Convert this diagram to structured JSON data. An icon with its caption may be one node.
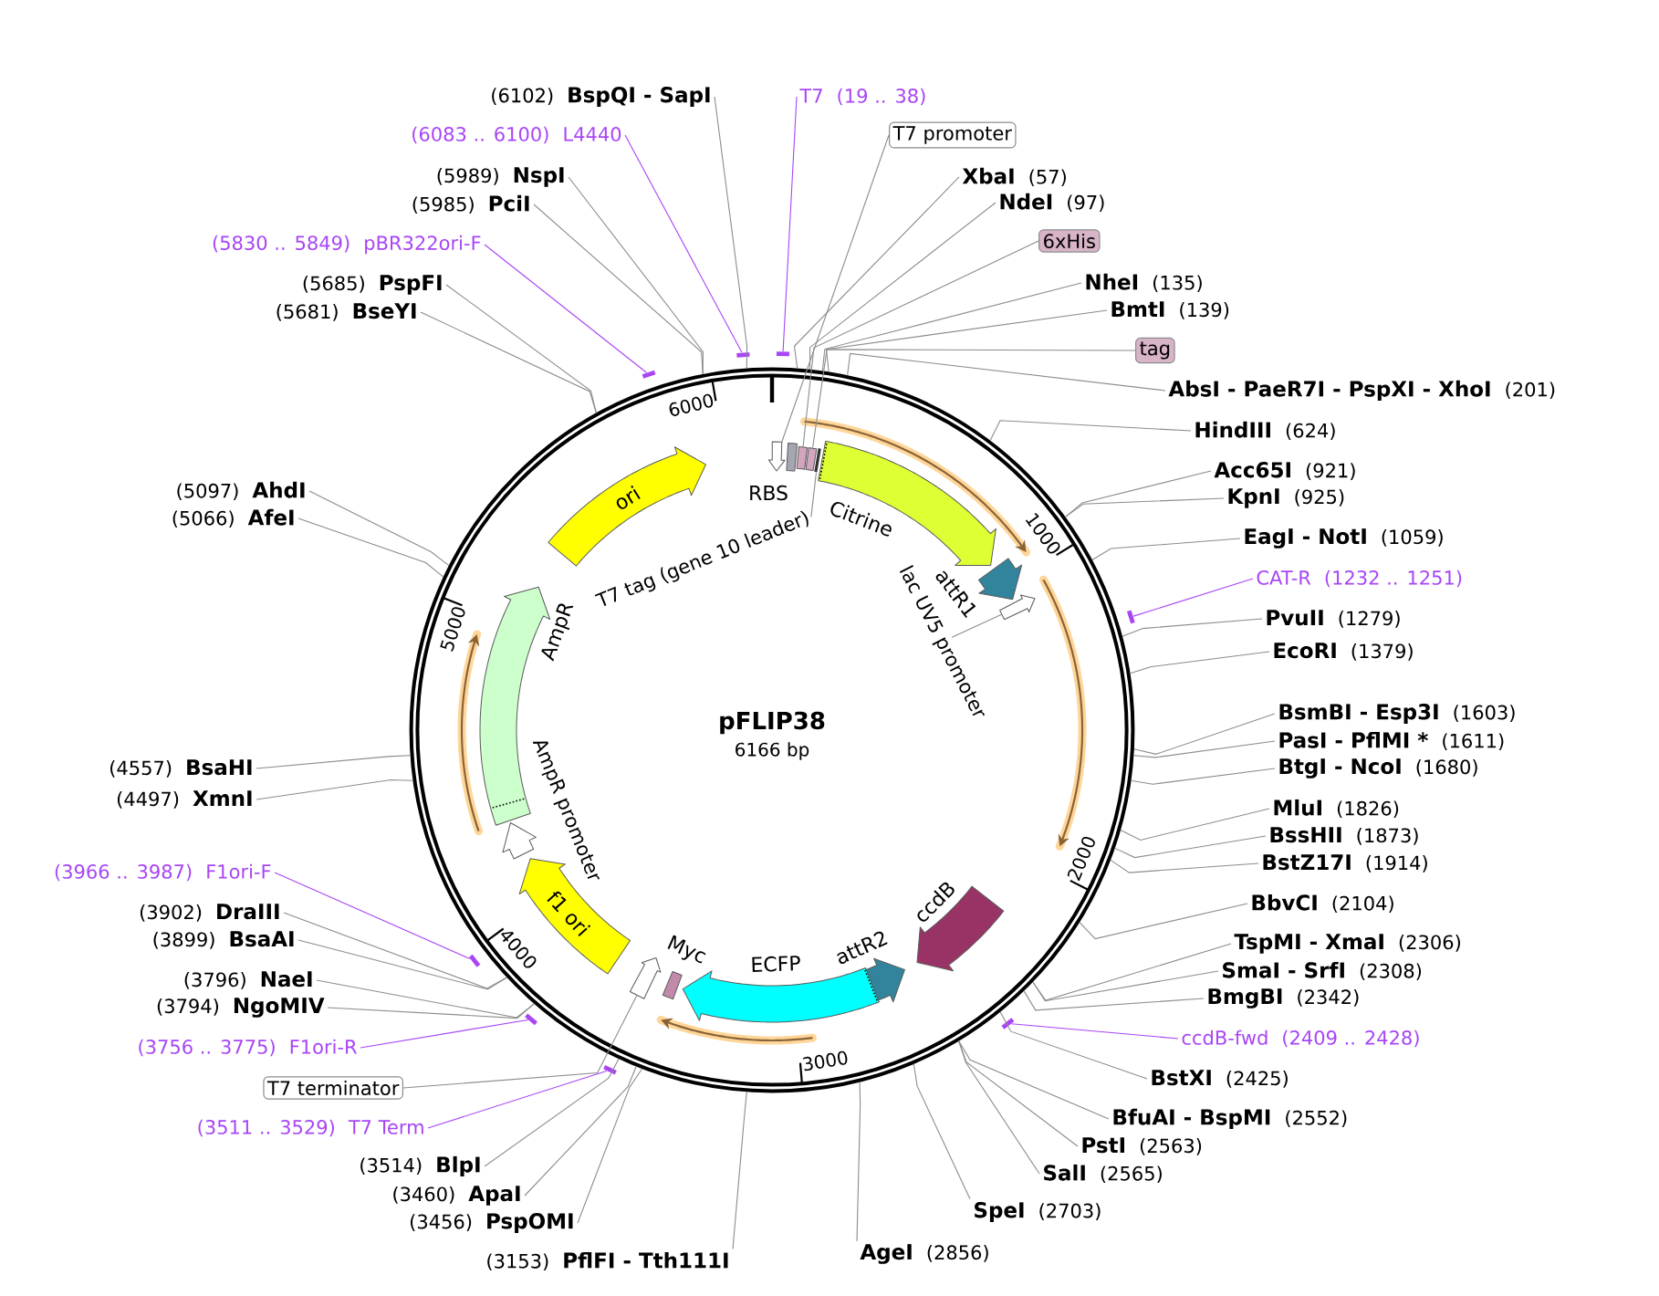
{
  "diagram": {
    "nodes": [
      {
        "text": [
          "pFLIP38",
          "6166 bp"
        ]
      },
      {
        "text": [],
        "shape": "arrow",
        "in": 0
      },
      {
        "text": [
          "RBS"
        ],
        "in": 0
      },
      {
        "text": [],
        "shape": "box",
        "in": 0
      },
      {
        "text": [],
        "shape": "bar",
        "in": 0
      },
      {
        "text": [],
        "shape": "box",
        "in": 0
      },
      {
        "text": [
          "Citrine"
        ],
        "in": 0
      },
      {
        "text": [
          "attR1"
        ],
        "in": 0
      },
      {
        "text": [],
        "shape": "arrow",
        "in": 0
      },
      {
        "text": [
          "lac UV5 promoter"
        ],
        "in": 0
      },
      {
        "text": [
          "ccdB"
        ],
        "in": 0
      },
      {
        "text": [
          "attR2"
        ],
        "in": 0
      },
      {
        "text": [
          "ECFP"
        ],
        "in": 0
      },
      {
        "text": [
          "Myc"
        ],
        "in": 0
      },
      {
        "text": [],
        "shape": "arrow",
        "in": 0
      },
      {
        "text": [
          "f1 ori"
        ],
        "in": 0
      },
      {
        "text": [
          "AmpR promoter"
        ],
        "in": 0
      },
      {
        "text": [
          "AmpR"
        ],
        "in": 0
      },
      {
        "text": [
          "ori"
        ],
        "in": 0
      },
      {
        "text": [
          "T7 tag (gene 10 leader)"
        ],
        "in": 0
      },
      {
        "text": [
          "(6102)",
          "BspQI - SapI"
        ]
      },
      {
        "text": [
          "T7",
          "(19 .. 38)"
        ]
      },
      {
        "text": [
          "(6083 .. 6100)",
          "L4440"
        ]
      },
      {
        "text": [
          "T7 promoter"
        ]
      },
      {
        "text": [
          "(5989)",
          "NspI"
        ]
      },
      {
        "text": [
          "XbaI",
          "(57)"
        ]
      },
      {
        "text": [
          "(5985)",
          "PciI"
        ]
      },
      {
        "text": [
          "NdeI",
          "(97)"
        ]
      },
      {
        "text": [
          "6xHis"
        ]
      },
      {
        "text": [
          "(5830 .. 5849)",
          "pBR322ori-F"
        ]
      },
      {
        "text": [
          "NheI",
          "(135)"
        ]
      },
      {
        "text": [
          "(5685)",
          "PspFI"
        ]
      },
      {
        "text": [
          "BmtI",
          "(139)"
        ]
      },
      {
        "text": [
          "(5681)",
          "BseYI"
        ]
      },
      {
        "text": [
          "tag"
        ]
      },
      {
        "text": [
          "AbsI - PaeR7I - PspXI - XhoI",
          "(201)"
        ]
      },
      {
        "text": [
          "HindIII",
          "(624)"
        ]
      },
      {
        "text": [
          "Acc65I",
          "(921)"
        ]
      },
      {
        "text": [
          "(5097)",
          "AhdI"
        ]
      },
      {
        "text": [
          "KpnI",
          "(925)"
        ]
      },
      {
        "text": [
          "(5066)",
          "AfeI"
        ]
      },
      {
        "text": [
          "EagI - NotI",
          "(1059)"
        ]
      },
      {
        "text": [
          "CAT-R",
          "(1232 .. 1251)"
        ]
      },
      {
        "text": [
          "PvuII",
          "(1279)"
        ]
      },
      {
        "text": [
          "EcoRI",
          "(1379)"
        ]
      },
      {
        "text": [
          "BsmBI - Esp3I",
          "(1603)"
        ]
      },
      {
        "text": [
          "PasI - PflMI *",
          "(1611)"
        ]
      },
      {
        "text": [
          "(4557)",
          "BsaHI"
        ]
      },
      {
        "text": [
          "BtgI - NcoI",
          "(1680)"
        ]
      },
      {
        "text": [
          "(4497)",
          "XmnI"
        ]
      },
      {
        "text": [
          "MluI",
          "(1826)"
        ]
      },
      {
        "text": [
          "BssHII",
          "(1873)"
        ]
      },
      {
        "text": [
          "BstZ17I",
          "(1914)"
        ]
      },
      {
        "text": [
          "(3966 .. 3987)",
          "F1ori-F"
        ]
      },
      {
        "text": [
          "BbvCI",
          "(2104)"
        ]
      },
      {
        "text": [
          "(3902)",
          "DraIII"
        ]
      },
      {
        "text": [
          "(3899)",
          "BsaAI"
        ]
      },
      {
        "text": [
          "TspMI - XmaI",
          "(2306)"
        ]
      },
      {
        "text": [
          "SmaI - SrfI",
          "(2308)"
        ]
      },
      {
        "text": [
          "(3796)",
          "NaeI"
        ]
      },
      {
        "text": [
          "BmgBI",
          "(2342)"
        ]
      },
      {
        "text": [
          "(3794)",
          "NgoMIV"
        ]
      },
      {
        "text": [
          "ccdB-fwd",
          "(2409 .. 2428)"
        ]
      },
      {
        "text": [
          "(3756 .. 3775)",
          "F1ori-R"
        ]
      },
      {
        "text": [
          "BstXI",
          "(2425)"
        ]
      },
      {
        "text": [
          "T7 terminator"
        ]
      },
      {
        "text": [
          "BfuAI - BspMI",
          "(2552)"
        ]
      },
      {
        "text": [
          "(3511 .. 3529)",
          "T7 Term"
        ]
      },
      {
        "text": [
          "PstI",
          "(2563)"
        ]
      },
      {
        "text": [
          "(3514)",
          "BlpI"
        ]
      },
      {
        "text": [
          "SalI",
          "(2565)"
        ]
      },
      {
        "text": [
          "(3460)",
          "ApaI"
        ]
      },
      {
        "text": [
          "SpeI",
          "(2703)"
        ]
      },
      {
        "text": [
          "(3456)",
          "PspOMI"
        ]
      },
      {
        "text": [
          "AgeI",
          "(2856)"
        ]
      },
      {
        "text": [
          "(3153)",
          "PflFI - Tth111I"
        ]
      },
      {
        "text": [],
        "shape": "bar"
      },
      {
        "text": [],
        "shape": "bar"
      },
      {
        "text": [],
        "shape": "bar"
      },
      {
        "text": [],
        "shape": "bar"
      },
      {
        "text": [],
        "shape": "bar"
      },
      {
        "text": [],
        "shape": "bar"
      },
      {
        "text": [],
        "shape": "bar"
      },
      {
        "text": [],
        "shape": "bar"
      }
    ],
    "edges": [
      {
        "from": 20,
        "to": 0,
        "arrow": "none"
      },
      {
        "from": 21,
        "to": 76,
        "arrow": "none",
        "color": "#a845f5"
      },
      {
        "from": 22,
        "to": 77,
        "arrow": "none",
        "color": "#a845f5"
      },
      {
        "from": 23,
        "to": 1,
        "arrow": "none"
      },
      {
        "from": 24,
        "to": 0,
        "arrow": "none"
      },
      {
        "from": 25,
        "to": 0,
        "arrow": "none"
      },
      {
        "from": 26,
        "to": 0,
        "arrow": "none"
      },
      {
        "from": 27,
        "to": 0,
        "arrow": "none"
      },
      {
        "from": 28,
        "to": 3,
        "arrow": "none"
      },
      {
        "from": 29,
        "to": 78,
        "arrow": "none",
        "color": "#a845f5"
      },
      {
        "from": 30,
        "to": 0,
        "arrow": "none"
      },
      {
        "from": 31,
        "to": 0,
        "arrow": "none"
      },
      {
        "from": 32,
        "to": 0,
        "arrow": "none"
      },
      {
        "from": 33,
        "to": 0,
        "arrow": "none"
      },
      {
        "from": 34,
        "to": 5,
        "arrow": "none"
      },
      {
        "from": 35,
        "to": 0,
        "arrow": "none"
      },
      {
        "from": 36,
        "to": 0,
        "arrow": "none"
      },
      {
        "from": 37,
        "to": 0,
        "arrow": "none"
      },
      {
        "from": 38,
        "to": 0,
        "arrow": "none"
      },
      {
        "from": 39,
        "to": 0,
        "arrow": "none"
      },
      {
        "from": 40,
        "to": 0,
        "arrow": "none"
      },
      {
        "from": 41,
        "to": 0,
        "arrow": "none"
      },
      {
        "from": 42,
        "to": 79,
        "arrow": "none",
        "color": "#a845f5"
      },
      {
        "from": 43,
        "to": 0,
        "arrow": "none"
      },
      {
        "from": 44,
        "to": 0,
        "arrow": "none"
      },
      {
        "from": 45,
        "to": 0,
        "arrow": "none"
      },
      {
        "from": 46,
        "to": 0,
        "arrow": "none"
      },
      {
        "from": 47,
        "to": 0,
        "arrow": "none"
      },
      {
        "from": 48,
        "to": 0,
        "arrow": "none"
      },
      {
        "from": 49,
        "to": 0,
        "arrow": "none"
      },
      {
        "from": 50,
        "to": 0,
        "arrow": "none"
      },
      {
        "from": 51,
        "to": 0,
        "arrow": "none"
      },
      {
        "from": 52,
        "to": 0,
        "arrow": "none"
      },
      {
        "from": 53,
        "to": 80,
        "arrow": "none",
        "color": "#a845f5"
      },
      {
        "from": 54,
        "to": 0,
        "arrow": "none"
      },
      {
        "from": 55,
        "to": 0,
        "arrow": "none"
      },
      {
        "from": 56,
        "to": 0,
        "arrow": "none"
      },
      {
        "from": 57,
        "to": 0,
        "arrow": "none"
      },
      {
        "from": 58,
        "to": 0,
        "arrow": "none"
      },
      {
        "from": 59,
        "to": 0,
        "arrow": "none"
      },
      {
        "from": 60,
        "to": 0,
        "arrow": "none"
      },
      {
        "from": 61,
        "to": 0,
        "arrow": "none"
      },
      {
        "from": 62,
        "to": 81,
        "arrow": "none",
        "color": "#a845f5"
      },
      {
        "from": 63,
        "to": 82,
        "arrow": "none",
        "color": "#a845f5"
      },
      {
        "from": 64,
        "to": 0,
        "arrow": "none"
      },
      {
        "from": 65,
        "to": 14,
        "arrow": "none"
      },
      {
        "from": 66,
        "to": 0,
        "arrow": "none"
      },
      {
        "from": 67,
        "to": 83,
        "arrow": "none",
        "color": "#a845f5"
      },
      {
        "from": 68,
        "to": 0,
        "arrow": "none"
      },
      {
        "from": 69,
        "to": 0,
        "arrow": "none"
      },
      {
        "from": 70,
        "to": 0,
        "arrow": "none"
      },
      {
        "from": 71,
        "to": 0,
        "arrow": "none"
      },
      {
        "from": 72,
        "to": 0,
        "arrow": "none"
      },
      {
        "from": 73,
        "to": 0,
        "arrow": "none"
      },
      {
        "from": 74,
        "to": 0,
        "arrow": "none"
      },
      {
        "from": 75,
        "to": 0,
        "arrow": "none"
      },
      {
        "from": 19,
        "to": 4,
        "arrow": "none"
      },
      {
        "from": 9,
        "to": 8,
        "arrow": "none"
      }
    ],
    "labels": [
      "6000",
      "1000",
      "5000",
      "2000",
      "4000",
      "3000"
    ]
  }
}
